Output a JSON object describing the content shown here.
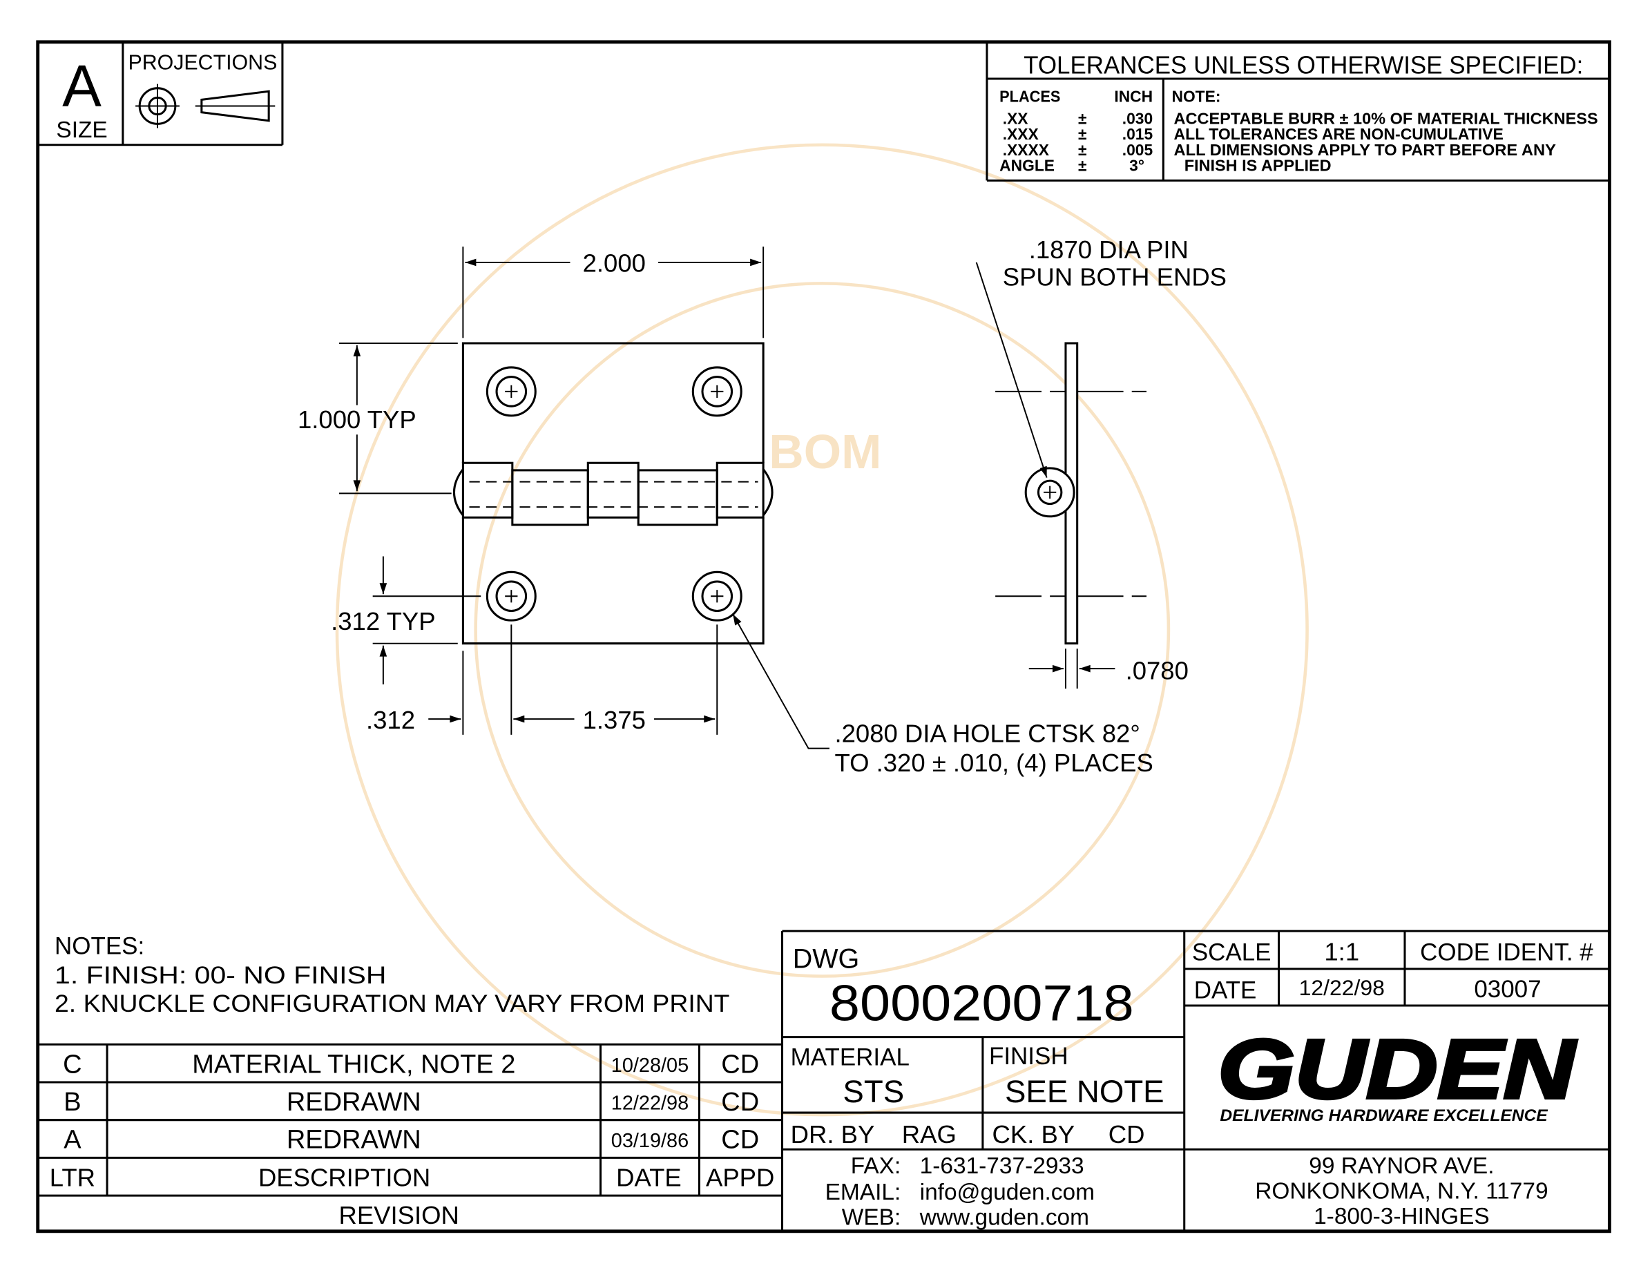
{
  "colors": {
    "ink": "#000000",
    "paper": "#ffffff",
    "watermark": "#f3c98b"
  },
  "size_block": {
    "letter": "A",
    "label": "SIZE"
  },
  "projections": {
    "label": "PROJECTIONS",
    "icons": [
      "projection-circle-icon",
      "projection-cone-icon"
    ]
  },
  "tolerances": {
    "title": "TOLERANCES UNLESS OTHERWISE SPECIFIED:",
    "places_header": "PLACES",
    "inch_header": "INCH",
    "note_header": "NOTE:",
    "rows": [
      {
        "places": ".XX",
        "sign": "±",
        "value": ".030"
      },
      {
        "places": ".XXX",
        "sign": "±",
        "value": ".015"
      },
      {
        "places": ".XXXX",
        "sign": "±",
        "value": ".005"
      },
      {
        "places": "ANGLE",
        "sign": "±",
        "value": "3°"
      }
    ],
    "notes": [
      "ACCEPTABLE BURR ± 10% OF MATERIAL THICKNESS",
      "ALL TOLERANCES ARE NON-CUMULATIVE",
      "ALL DIMENSIONS APPLY TO PART BEFORE ANY",
      "FINISH IS APPLIED"
    ]
  },
  "dimensions": {
    "overall_width": "2.000",
    "leaf_height": "1.000 TYP",
    "hole_to_edge_vertical": ".312 TYP",
    "hole_to_edge_horizontal": ".312",
    "hole_spacing": "1.375",
    "thickness": ".0780"
  },
  "callouts": {
    "pin": [
      ".1870 DIA PIN",
      "SPUN BOTH ENDS"
    ],
    "hole": [
      ".2080 DIA HOLE CTSK 82°",
      "TO .320 ± .010, (4) PLACES"
    ]
  },
  "notes": {
    "title": "NOTES:",
    "items": [
      "1. FINISH: 00- NO FINISH",
      "2. KNUCKLE CONFIGURATION MAY VARY FROM PRINT"
    ]
  },
  "revision": {
    "rows": [
      {
        "ltr": "C",
        "description": "MATERIAL THICK, NOTE 2",
        "date": "10/28/05",
        "appd": "CD"
      },
      {
        "ltr": "B",
        "description": "REDRAWN",
        "date": "12/22/98",
        "appd": "CD"
      },
      {
        "ltr": "A",
        "description": "REDRAWN",
        "date": "03/19/86",
        "appd": "CD"
      }
    ],
    "headers": {
      "ltr": "LTR",
      "description": "DESCRIPTION",
      "date": "DATE",
      "appd": "APPD"
    },
    "title": "REVISION"
  },
  "title_block": {
    "dwg_label": "DWG",
    "dwg_number": "8000200718",
    "scale_label": "SCALE",
    "scale": "1:1",
    "code_ident_label": "CODE IDENT. #",
    "code_ident": "03007",
    "date_label": "DATE",
    "date": "12/22/98",
    "material_label": "MATERIAL",
    "material": "STS",
    "finish_label": "FINISH",
    "finish": "SEE NOTE",
    "drawn_by_label": "DR. BY",
    "drawn_by": "RAG",
    "checked_by_label": "CK. BY",
    "checked_by": "CD"
  },
  "company": {
    "logo": "GUDEN",
    "tagline": "DELIVERING HARDWARE EXCELLENCE",
    "contact": [
      {
        "label": "FAX:",
        "value": "1-631-737-2933"
      },
      {
        "label": "EMAIL:",
        "value": "info@guden.com"
      },
      {
        "label": "WEB:",
        "value": "www.guden.com"
      }
    ],
    "address": [
      "99 RAYNOR AVE.",
      "RONKONKOMA, N.Y. 11779",
      "1-800-3-HINGES"
    ]
  },
  "watermark": {
    "badge": "BOM"
  }
}
